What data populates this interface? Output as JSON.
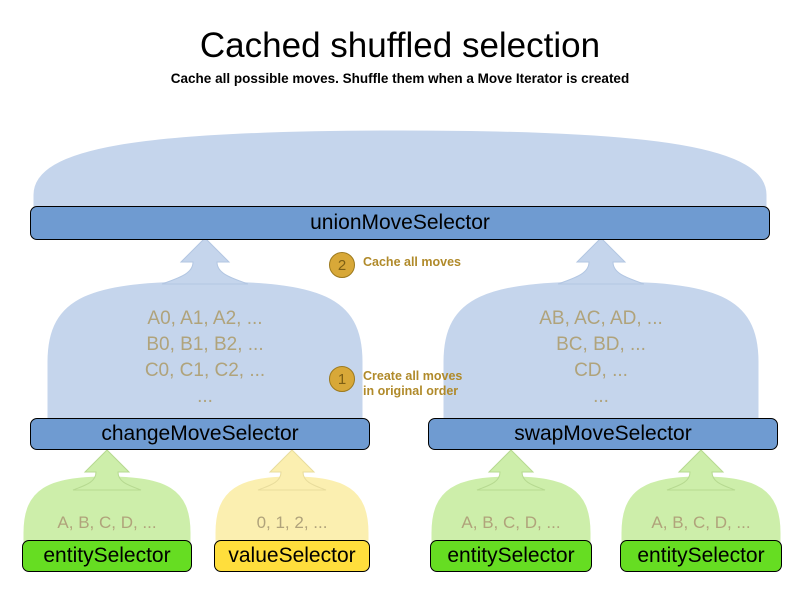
{
  "header": {
    "title": "Cached shuffled selection",
    "subtitle": "Cache all possible moves. Shuffle them when a Move Iterator is created"
  },
  "colors": {
    "node_blue": "#6f9bd1",
    "node_green": "#66dd22",
    "node_yellow": "#ffde3c",
    "cloud_blue": "#c5d5ec",
    "cloud_green": "#cdeeaa",
    "cloud_yellow": "#fbefb0",
    "marker_fill": "#d8a838",
    "marker_border": "#9d7a1e",
    "marker_text": "#b08a2a",
    "cloud_text": "#b0a37b",
    "outline": "#000000"
  },
  "nodes": {
    "union": {
      "label": "unionMoveSelector"
    },
    "change": {
      "label": "changeMoveSelector"
    },
    "swap": {
      "label": "swapMoveSelector"
    },
    "leaf_entity_1": {
      "label": "entitySelector"
    },
    "leaf_value": {
      "label": "valueSelector"
    },
    "leaf_entity_2": {
      "label": "entitySelector"
    },
    "leaf_entity_3": {
      "label": "entitySelector"
    }
  },
  "clouds": {
    "change_moves": "A0, A1, A2, ...\nB0, B1, B2, ...\nC0, C1, C2, ...\n...",
    "swap_moves": "AB, AC, AD, ...\nBC, BD, ...\nCD, ...\n...",
    "entity_1": "A, B, C, D, ...",
    "value": "0, 1, 2, ...",
    "entity_2": "A, B, C, D, ...",
    "entity_3": "A, B, C, D, ..."
  },
  "markers": [
    {
      "number": "2",
      "label": "Cache all moves"
    },
    {
      "number": "1",
      "label": "Create all moves\nin original order"
    }
  ]
}
